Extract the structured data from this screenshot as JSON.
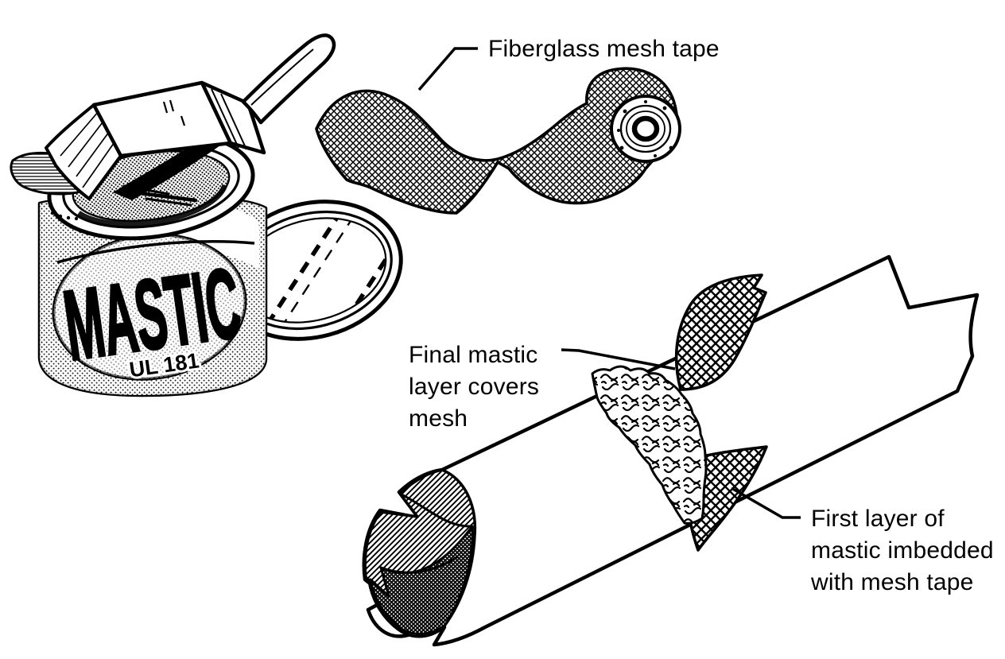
{
  "illustration": {
    "ink_color": "#000000",
    "background_color": "#ffffff"
  },
  "can": {
    "brand_label": "MASTIC",
    "listing_label": "UL 181"
  },
  "callouts": {
    "fiberglass_tape": {
      "text": "Fiberglass mesh tape"
    },
    "final_mastic": {
      "line1": "Final mastic",
      "line2": "layer covers",
      "line3": "mesh"
    },
    "first_layer": {
      "line1": "First layer of",
      "line2": "mastic imbedded",
      "line3": "with mesh tape"
    }
  }
}
